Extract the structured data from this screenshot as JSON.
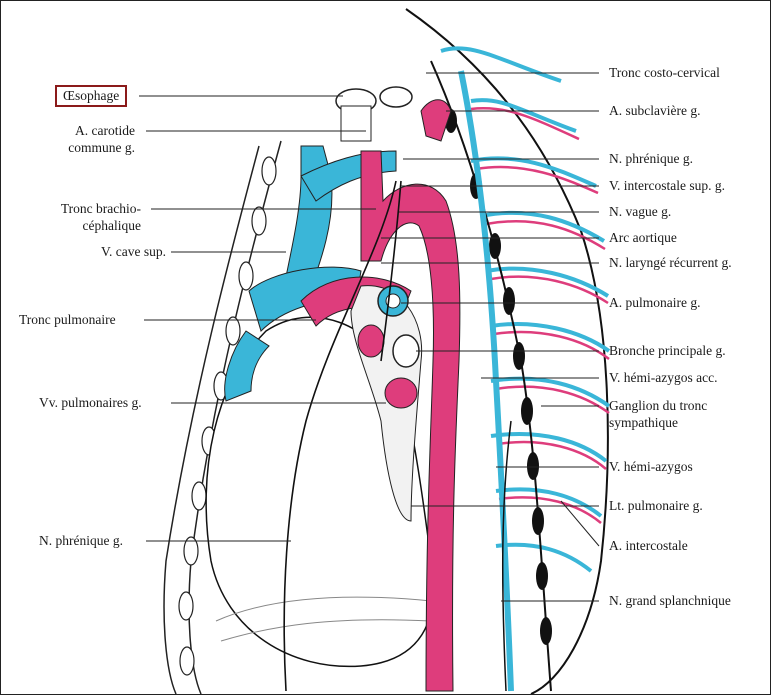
{
  "figure": {
    "colors": {
      "artery": "#de3d7c",
      "vein": "#3ab6d8",
      "nerve": "#111111",
      "highlight_box": "#8b1a1a"
    },
    "labels_left": {
      "oesophage": "Œsophage",
      "carotide_1": "A. carotide",
      "carotide_2": "commune g.",
      "brachio_1": "Tronc brachio-",
      "brachio_2": "céphalique",
      "veine_cave": "V. cave sup.",
      "tronc_pulmonaire": "Tronc pulmonaire",
      "vv_pulmonaires": "Vv. pulmonaires g.",
      "phrenique_bas": "N. phrénique g."
    },
    "labels_right": {
      "costo_cervical": "Tronc costo-cervical",
      "subclaviere": "A. subclavière g.",
      "phrenique": "N. phrénique g.",
      "intercostale_sup": "V. intercostale sup. g.",
      "vague": "N. vague g.",
      "arc_aortique": "Arc aortique",
      "larynge": "N. laryngé récurrent g.",
      "a_pulmonaire": "A. pulmonaire g.",
      "bronche": "Bronche principale g.",
      "hemi_azygos_acc": "V. hémi-azygos acc.",
      "ganglion_1": "Ganglion du tronc",
      "ganglion_2": "sympathique",
      "hemi_azygos": "V. hémi-azygos",
      "lt_pulmonaire": "Lt. pulmonaire g.",
      "a_intercostale": "A. intercostale",
      "splanchnique": "N. grand splanchnique"
    }
  }
}
